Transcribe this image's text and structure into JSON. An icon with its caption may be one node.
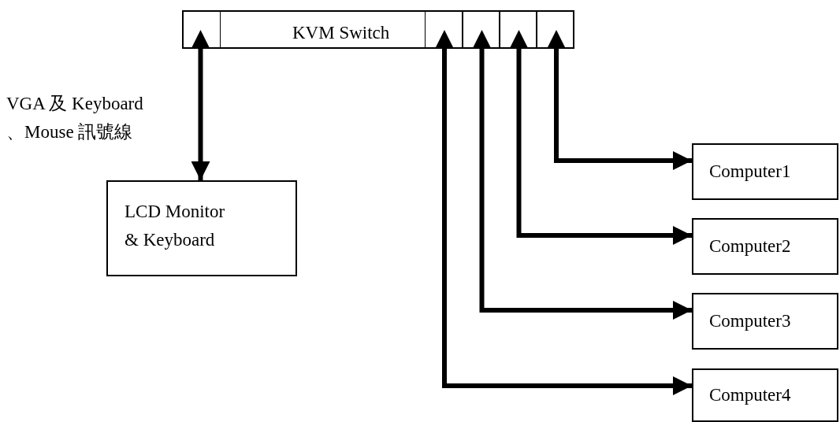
{
  "diagram": {
    "nodes": [
      {
        "text": [
          "KVM Switch"
        ]
      },
      {
        "text": [],
        "shape": "box",
        "in": 0
      },
      {
        "text": [],
        "shape": "box",
        "in": 0
      },
      {
        "text": [],
        "shape": "box",
        "in": 0
      },
      {
        "text": [],
        "shape": "box",
        "in": 0
      },
      {
        "text": [],
        "shape": "box",
        "in": 0
      },
      {
        "text": [
          "LCD Monitor & Keyboard"
        ]
      },
      {
        "text": [
          "Computer1"
        ]
      },
      {
        "text": [
          "Computer2"
        ]
      },
      {
        "text": [
          "Computer3"
        ]
      },
      {
        "text": [
          "Computer4"
        ]
      }
    ],
    "edges": [
      {
        "from": 1,
        "to": 6,
        "arrow": "both",
        "label": "VGA 及 Keyboard 、Mouse 訊號線"
      },
      {
        "from": 5,
        "to": 7,
        "arrow": "both"
      },
      {
        "from": 4,
        "to": 8,
        "arrow": "both"
      },
      {
        "from": 3,
        "to": 9,
        "arrow": "both"
      },
      {
        "from": 2,
        "to": 10,
        "arrow": "both"
      }
    ]
  }
}
